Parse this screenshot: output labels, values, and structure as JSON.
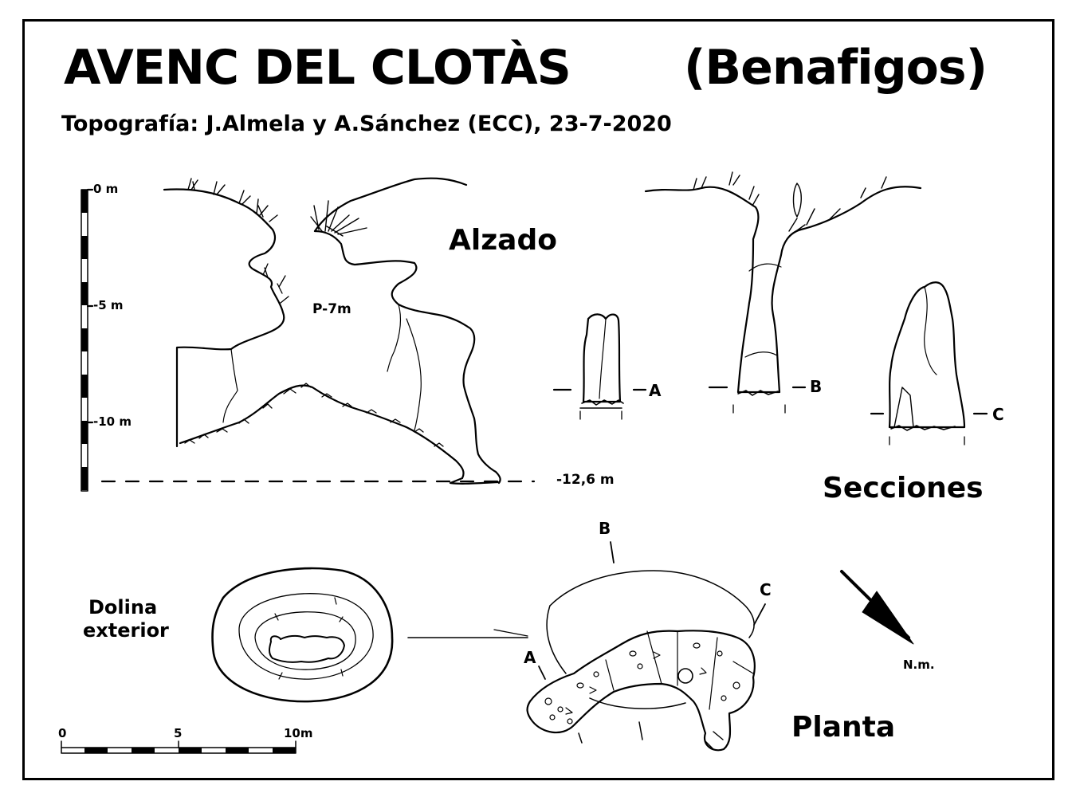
{
  "title": "AVENC DEL CLOTÀS",
  "subtitle": "(Benafigos)",
  "credits": "Topografía: J.Almela y A.Sánchez (ECC),  23-7-2020",
  "labels": {
    "alzado": "Alzado",
    "secciones": "Secciones",
    "planta": "Planta",
    "dolina_line1": "Dolina",
    "dolina_line2": "exterior",
    "pitch": "P-7m",
    "depth_bottom": "-12,6 m",
    "north": "N.m."
  },
  "depth_scale": {
    "ticks": [
      "0 m",
      "-5 m",
      "-10 m"
    ]
  },
  "sections": {
    "a": "A",
    "b": "B",
    "c": "C"
  },
  "plan_markers": {
    "a": "A",
    "b": "B",
    "c": "C"
  },
  "horizontal_scale": {
    "ticks": [
      "0",
      "5",
      "10m"
    ]
  },
  "colors": {
    "ink": "#000000",
    "paper": "#ffffff"
  }
}
